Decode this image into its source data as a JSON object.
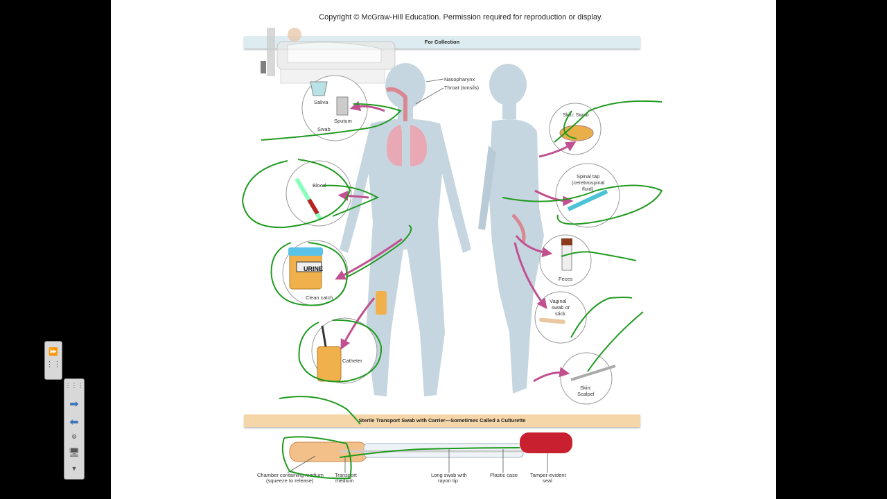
{
  "header": {
    "copyright": "Copyright © McGraw-Hill Education. Permission required for reproduction or display."
  },
  "bands": {
    "collection": "For Collection",
    "transport": "Sterile Transport Swab with Carrier—Sometimes Called a Culturette"
  },
  "labels": {
    "nasopharynx": "Nasopharynx",
    "throat": "Throat (tonsils)",
    "saliva": "Saliva",
    "sputum": "Sputum",
    "swab": "Swab",
    "blood": "Blood",
    "urine_jar": "URINE",
    "clean_catch": "Clean catch",
    "catheter": "Catheter",
    "skin_swab": "Skin: Swab",
    "spinal_tap_1": "Spinal tap",
    "spinal_tap_2": "(cerebrospinal",
    "spinal_tap_3": "fluid)",
    "feces": "Feces",
    "vaginal_1": "Vaginal",
    "vaginal_2": "swab or",
    "vaginal_3": "stick",
    "skin_scalpel_1": "Skin:",
    "skin_scalpel_2": "Scalpel"
  },
  "swab_labels": {
    "chamber_1": "Chamber containing medium",
    "chamber_2": "(squeeze to release)",
    "transport_1": "Transport",
    "transport_2": "medium",
    "long_swab_1": "Long swab with",
    "long_swab_2": "rayon tip",
    "plastic_case": "Plastic case",
    "seal_1": "Tamper-evident",
    "seal_2": "seal"
  },
  "colors": {
    "annotation": "#1f9a1f",
    "arrow": "#c0508f",
    "body": "#c6d6e0",
    "cap": "#c8202e",
    "band_blue": "#dcecf1",
    "band_orange": "#f5d6a8"
  },
  "toolbar_icons": [
    "fast-forward-icon",
    "keypad-icon",
    "arrow-right-icon",
    "arrow-left-icon",
    "settings-icon",
    "screen-icon",
    "dropdown-icon"
  ]
}
